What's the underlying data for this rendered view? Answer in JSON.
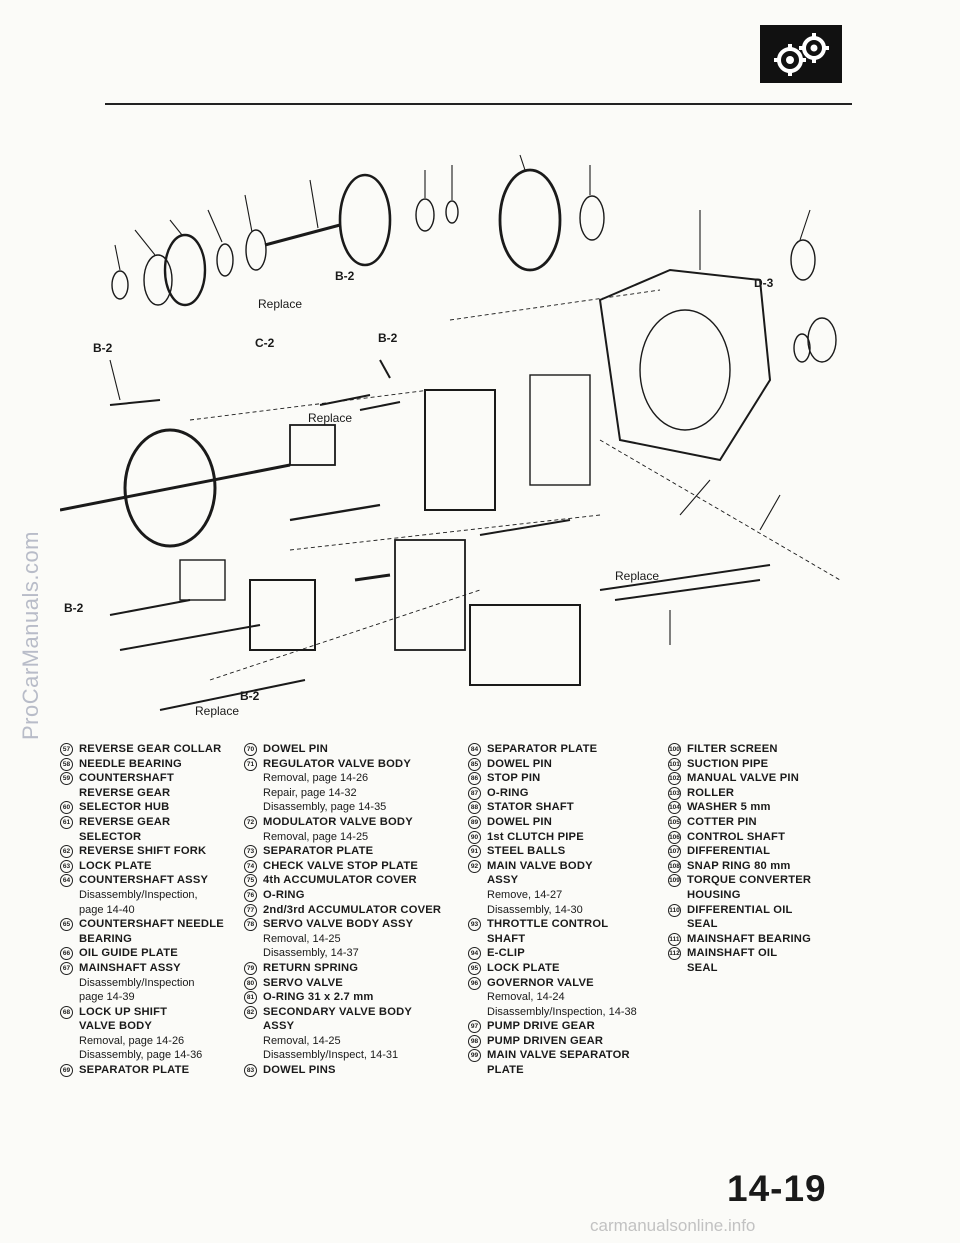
{
  "watermark": "ProCarManuals.com",
  "footer_watermark": "carmanualsonline.info",
  "page_number": "14-19",
  "callouts": {
    "b2_a": "B-2",
    "b2_b": "B-2",
    "b2_c": "B-2",
    "b2_d": "B-2",
    "b2_e": "B-2",
    "c2": "C-2",
    "d3": "D-3",
    "replace_a": "Replace",
    "replace_b": "Replace",
    "replace_c": "Replace",
    "replace_d": "Replace"
  },
  "columns": [
    [
      {
        "n": "57",
        "name": "REVERSE GEAR COLLAR",
        "sub": []
      },
      {
        "n": "58",
        "name": "NEEDLE BEARING",
        "sub": []
      },
      {
        "n": "59",
        "name": "COUNTERSHAFT\nREVERSE GEAR",
        "sub": []
      },
      {
        "n": "60",
        "name": "SELECTOR HUB",
        "sub": []
      },
      {
        "n": "61",
        "name": "REVERSE GEAR\nSELECTOR",
        "sub": []
      },
      {
        "n": "62",
        "name": "REVERSE SHIFT FORK",
        "sub": []
      },
      {
        "n": "63",
        "name": "LOCK PLATE",
        "sub": []
      },
      {
        "n": "64",
        "name": "COUNTERSHAFT ASSY",
        "sub": [
          "Disassembly/Inspection,",
          "page 14-40"
        ]
      },
      {
        "n": "65",
        "name": "COUNTERSHAFT NEEDLE\nBEARING",
        "sub": []
      },
      {
        "n": "66",
        "name": "OIL GUIDE PLATE",
        "sub": []
      },
      {
        "n": "67",
        "name": "MAINSHAFT ASSY",
        "sub": [
          "Disassembly/Inspection",
          "page 14-39"
        ]
      },
      {
        "n": "68",
        "name": "LOCK UP SHIFT\nVALVE BODY",
        "sub": [
          "Removal, page 14-26",
          "Disassembly, page 14-36"
        ]
      },
      {
        "n": "69",
        "name": "SEPARATOR PLATE",
        "sub": []
      }
    ],
    [
      {
        "n": "70",
        "name": "DOWEL PIN",
        "sub": []
      },
      {
        "n": "71",
        "name": "REGULATOR VALVE BODY",
        "sub": [
          "Removal, page 14-26",
          "Repair, page 14-32",
          "Disassembly, page 14-35"
        ]
      },
      {
        "n": "72",
        "name": "MODULATOR VALVE BODY",
        "sub": [
          "Removal, page 14-25"
        ]
      },
      {
        "n": "73",
        "name": "SEPARATOR PLATE",
        "sub": []
      },
      {
        "n": "74",
        "name": "CHECK VALVE STOP PLATE",
        "sub": []
      },
      {
        "n": "75",
        "name": "4th ACCUMULATOR COVER",
        "sub": []
      },
      {
        "n": "76",
        "name": "O-RING",
        "sub": []
      },
      {
        "n": "77",
        "name": "2nd/3rd ACCUMULATOR COVER",
        "sub": []
      },
      {
        "n": "78",
        "name": "SERVO VALVE BODY ASSY",
        "sub": [
          "Removal, 14-25",
          "Disassembly, 14-37"
        ]
      },
      {
        "n": "79",
        "name": "RETURN SPRING",
        "sub": []
      },
      {
        "n": "80",
        "name": "SERVO VALVE",
        "sub": []
      },
      {
        "n": "81",
        "name": "O-RING 31 x 2.7 mm",
        "sub": []
      },
      {
        "n": "82",
        "name": "SECONDARY VALVE BODY\nASSY",
        "sub": [
          "Removal, 14-25",
          "Disassembly/Inspect, 14-31"
        ]
      },
      {
        "n": "83",
        "name": "DOWEL PINS",
        "sub": []
      }
    ],
    [
      {
        "n": "84",
        "name": "SEPARATOR PLATE",
        "sub": []
      },
      {
        "n": "85",
        "name": "DOWEL PIN",
        "sub": []
      },
      {
        "n": "86",
        "name": "STOP PIN",
        "sub": []
      },
      {
        "n": "87",
        "name": "O-RING",
        "sub": []
      },
      {
        "n": "88",
        "name": "STATOR SHAFT",
        "sub": []
      },
      {
        "n": "89",
        "name": "DOWEL PIN",
        "sub": []
      },
      {
        "n": "90",
        "name": "1st CLUTCH PIPE",
        "sub": []
      },
      {
        "n": "91",
        "name": "STEEL BALLS",
        "sub": []
      },
      {
        "n": "92",
        "name": "MAIN VALVE BODY\nASSY",
        "sub": [
          "Remove, 14-27",
          "Disassembly, 14-30"
        ]
      },
      {
        "n": "93",
        "name": "THROTTLE CONTROL\nSHAFT",
        "sub": []
      },
      {
        "n": "94",
        "name": "E-CLIP",
        "sub": []
      },
      {
        "n": "95",
        "name": "LOCK PLATE",
        "sub": []
      },
      {
        "n": "96",
        "name": "GOVERNOR VALVE",
        "sub": [
          "Removal, 14-24",
          "Disassembly/Inspection, 14-38"
        ]
      },
      {
        "n": "97",
        "name": "PUMP DRIVE GEAR",
        "sub": []
      },
      {
        "n": "98",
        "name": "PUMP DRIVEN GEAR",
        "sub": []
      },
      {
        "n": "99",
        "name": "MAIN VALVE SEPARATOR\nPLATE",
        "sub": []
      }
    ],
    [
      {
        "n": "100",
        "name": "FILTER SCREEN",
        "sub": []
      },
      {
        "n": "101",
        "name": "SUCTION PIPE",
        "sub": []
      },
      {
        "n": "102",
        "name": "MANUAL VALVE PIN",
        "sub": []
      },
      {
        "n": "103",
        "name": "ROLLER",
        "sub": []
      },
      {
        "n": "104",
        "name": "WASHER 5 mm",
        "sub": []
      },
      {
        "n": "105",
        "name": "COTTER PIN",
        "sub": []
      },
      {
        "n": "106",
        "name": "CONTROL SHAFT",
        "sub": []
      },
      {
        "n": "107",
        "name": "DIFFERENTIAL",
        "sub": []
      },
      {
        "n": "108",
        "name": "SNAP RING 80 mm",
        "sub": []
      },
      {
        "n": "109",
        "name": "TORQUE CONVERTER\nHOUSING",
        "sub": []
      },
      {
        "n": "110",
        "name": "DIFFERENTIAL OIL\nSEAL",
        "sub": []
      },
      {
        "n": "111",
        "name": "MAINSHAFT BEARING",
        "sub": []
      },
      {
        "n": "112",
        "name": "MAINSHAFT OIL\nSEAL",
        "sub": []
      }
    ]
  ]
}
